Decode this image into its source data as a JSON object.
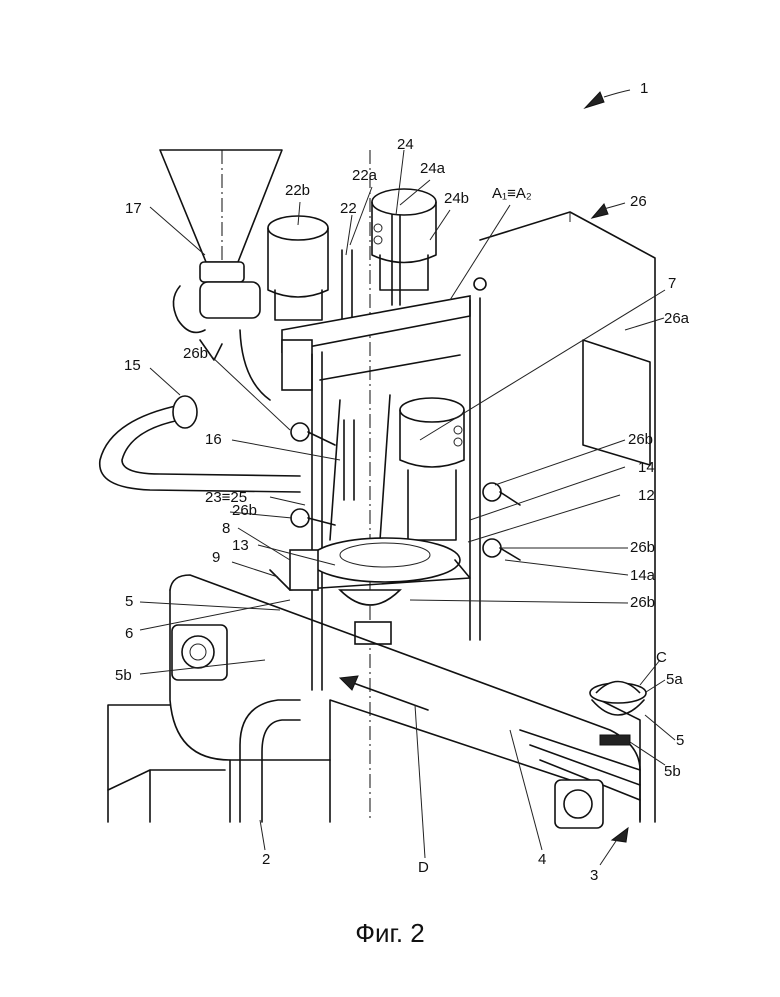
{
  "caption": "Фиг. 2",
  "labels": {
    "l1": "1",
    "l17": "17",
    "l22b": "22b",
    "l22a": "22a",
    "l22": "22",
    "l24": "24",
    "l24a": "24a",
    "l24b": "24b",
    "lA": "A₁≡A₂",
    "l26": "26",
    "l7": "7",
    "l26a": "26a",
    "l15": "15",
    "l26b_1": "26b",
    "l16": "16",
    "l26b_2": "26b",
    "l14": "14",
    "l23": "23≡25",
    "l26b_3": "26b",
    "l12": "12",
    "l8": "8",
    "l13": "13",
    "l26b_4": "26b",
    "l9": "9",
    "l14a": "14a",
    "l5_1": "5",
    "l26b_5": "26b",
    "l6": "6",
    "lC": "C",
    "l5b_1": "5b",
    "l5a": "5a",
    "l5_2": "5",
    "l5b_2": "5b",
    "l2": "2",
    "lD": "D",
    "l4": "4",
    "l3": "3"
  }
}
